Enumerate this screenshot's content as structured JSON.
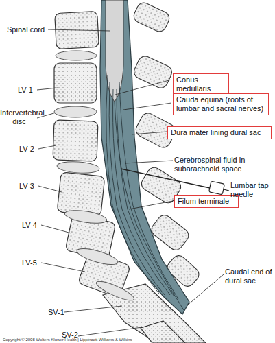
{
  "diagram": {
    "nodes": [
      {
        "text": [
          "Conus medullaris"
        ]
      },
      {
        "text": [
          "Cauda equina (roots of lumbar and sacral nerves)"
        ]
      },
      {
        "text": [
          "Dura mater lining dural sac"
        ]
      },
      {
        "text": [
          "Filum terminale"
        ]
      }
    ],
    "labels": [
      "Spinal cord",
      "LV-1",
      "Intervertebral disc",
      "LV-2",
      "Cerebrospinal fluid in subarachnoid space",
      "LV-3",
      "Lumbar tap needle",
      "LV-4",
      "LV-5",
      "Caudal end of dural sac",
      "SV-1",
      "SV-2",
      "Copyright © 2008 Wolters Kluwer Health | Lippincott Williams & Wilkins"
    ]
  }
}
